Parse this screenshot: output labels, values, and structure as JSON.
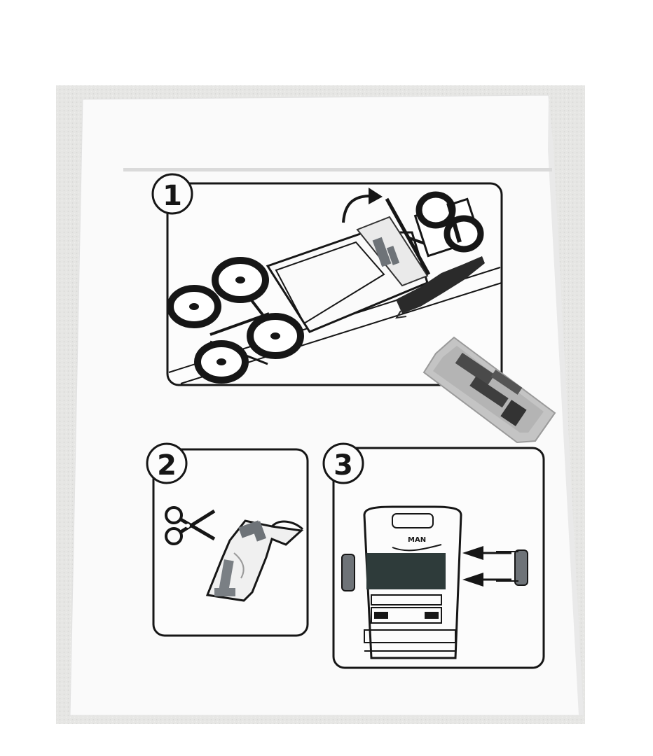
{
  "panels": [
    {
      "number": "1"
    },
    {
      "number": "2"
    },
    {
      "number": "3"
    }
  ],
  "icons": [
    "scissors-icon",
    "arrow-icon",
    "truck-chassis",
    "mirror-part",
    "parts-bag"
  ],
  "colors": {
    "paper": "#fafafa",
    "surface": "#e4e4e2",
    "ink": "#151515",
    "part_grey": "#6e7378",
    "bag": "#bcbcbc"
  }
}
